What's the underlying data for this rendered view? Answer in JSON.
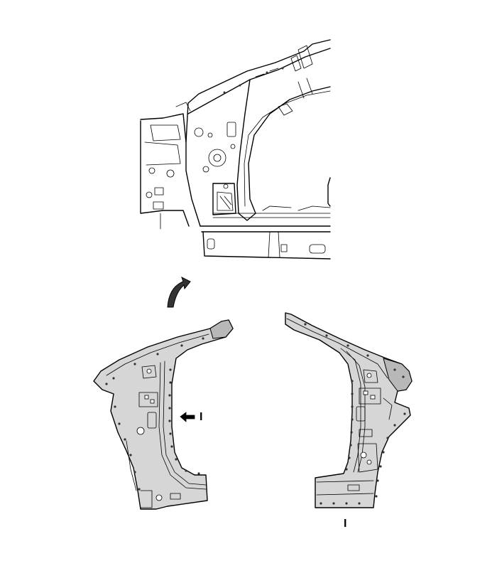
{
  "callouts": [
    {
      "id": "callout-1",
      "text": "I"
    },
    {
      "id": "callout-2",
      "text": "I"
    }
  ],
  "colors": {
    "panel_fill": "#d6d6d6",
    "outline": "#000000",
    "background": "#ffffff"
  },
  "icons": [
    "rotation-arrow-icon",
    "pointer-arrow-icon"
  ]
}
